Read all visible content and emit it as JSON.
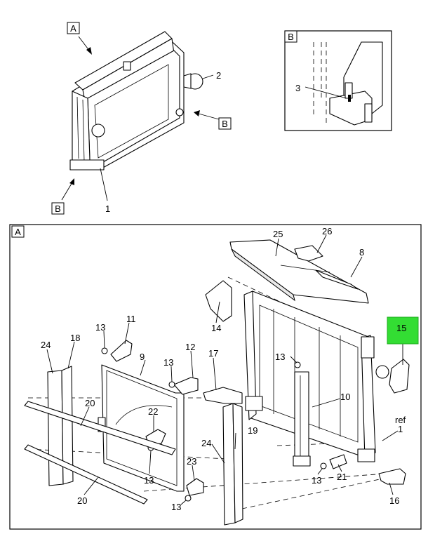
{
  "view_labels": {
    "a_top": "A",
    "b_inset": "B",
    "b_arrow_right": "B",
    "b_arrow_bottom": "B",
    "a_main": "A"
  },
  "callouts": {
    "c1_top": "1",
    "c2": "2",
    "c3": "3",
    "c25": "25",
    "c26": "26",
    "c8": "8",
    "c14": "14",
    "c15": "15",
    "c15_highlight_color": "#33dd33",
    "c11": "11",
    "c12": "12",
    "c13_a": "13",
    "c13_b": "13",
    "c13_c": "13",
    "c13_d": "13",
    "c13_e": "13",
    "c13_f": "13",
    "c9": "9",
    "c17": "17",
    "c24_a": "24",
    "c24_b": "24",
    "c18": "18",
    "c20_a": "20",
    "c20_b": "20",
    "c22": "22",
    "c23": "23",
    "c19": "19",
    "c10": "10",
    "c21": "21",
    "c16": "16",
    "ref": "ref",
    "c1_ref": "1"
  }
}
